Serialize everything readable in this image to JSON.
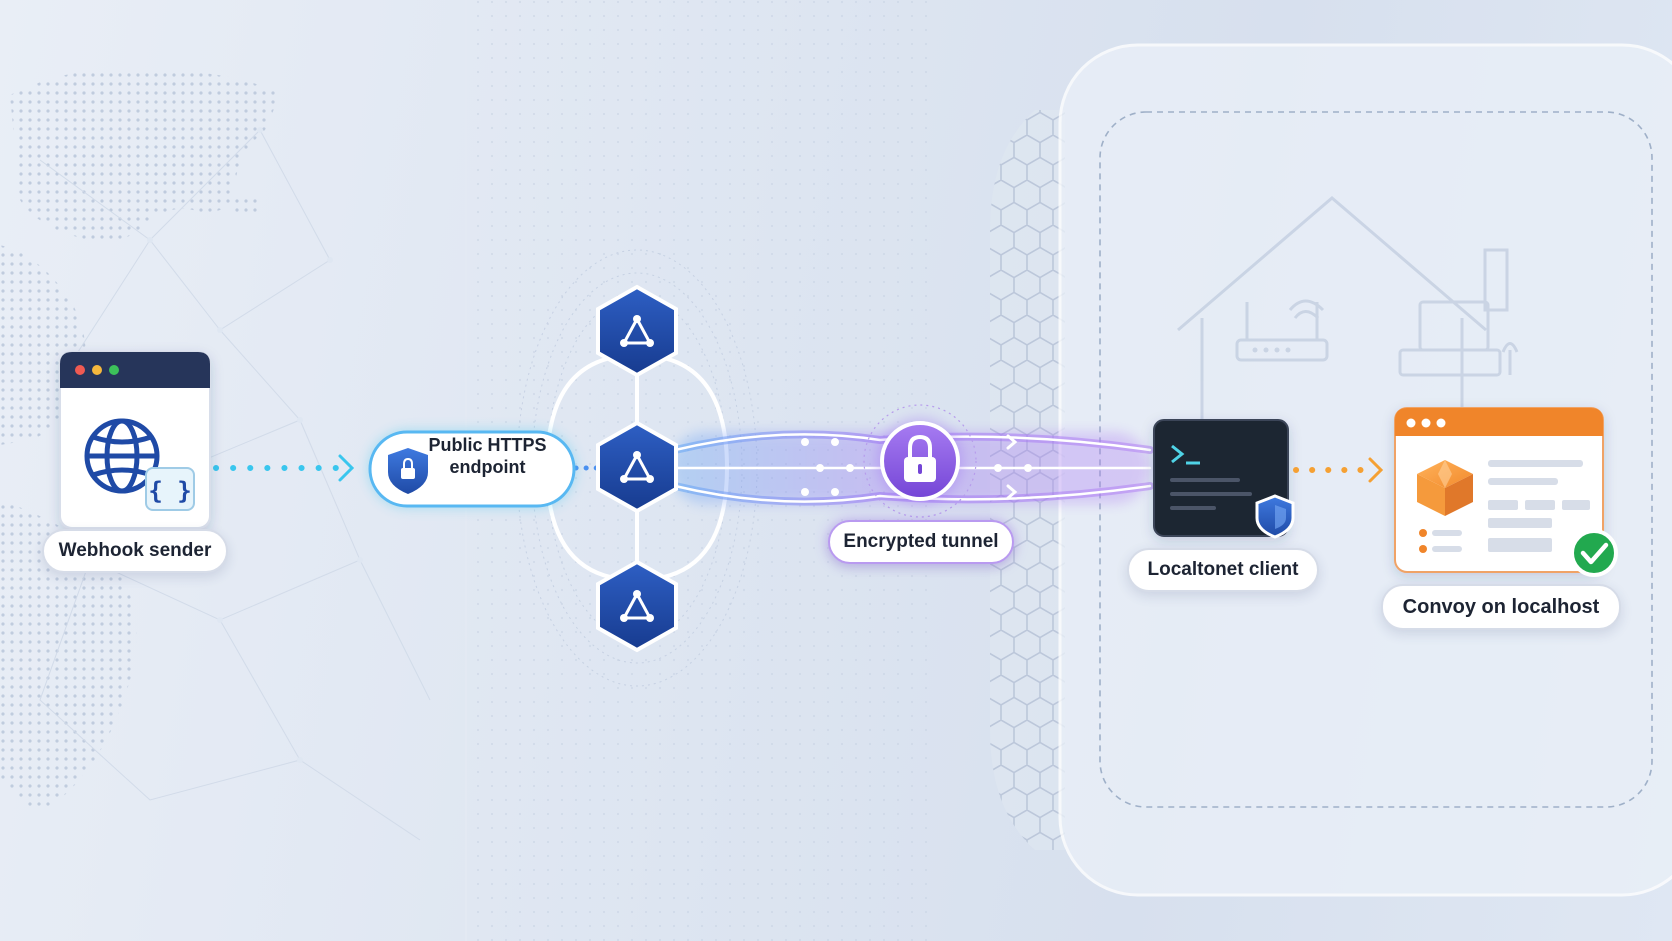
{
  "diagram": {
    "nodes": {
      "webhook_sender": {
        "label": "Webhook sender",
        "icon": "globe-icon",
        "badge_icon": "braces-icon"
      },
      "public_endpoint": {
        "label_line1": "Public HTTPS",
        "label_line2": "endpoint",
        "icon": "shield-lock-icon"
      },
      "relay_nodes": {
        "count": 3,
        "icon": "network-triangle-icon"
      },
      "tunnel": {
        "label": "Encrypted tunnel",
        "icon": "padlock-icon"
      },
      "localtonet_client": {
        "label": "Localtonet client",
        "icon": "terminal-icon",
        "badge_icon": "shield-icon"
      },
      "convoy": {
        "label": "Convoy on localhost",
        "icon": "cube-icon",
        "badge_icon": "checkmark-icon"
      }
    },
    "edges": [
      {
        "from": "webhook_sender",
        "to": "public_endpoint",
        "style": "dotted-arrow",
        "color": "#39c6ee"
      },
      {
        "from": "public_endpoint",
        "to": "relay_nodes",
        "style": "dotted",
        "color": "#4a90f0"
      },
      {
        "from": "relay_nodes",
        "to": "localtonet_client",
        "style": "tunnel",
        "color": "#9b6cf2"
      },
      {
        "from": "localtonet_client",
        "to": "convoy",
        "style": "dotted-arrow",
        "color": "#f5a033"
      }
    ]
  },
  "colors": {
    "hexagon": "#1f4aa6",
    "cyan": "#39c6ee",
    "purple": "#9b6cf2",
    "orange": "#f0852a",
    "terminal": "#1e2633",
    "success": "#22a94f"
  }
}
